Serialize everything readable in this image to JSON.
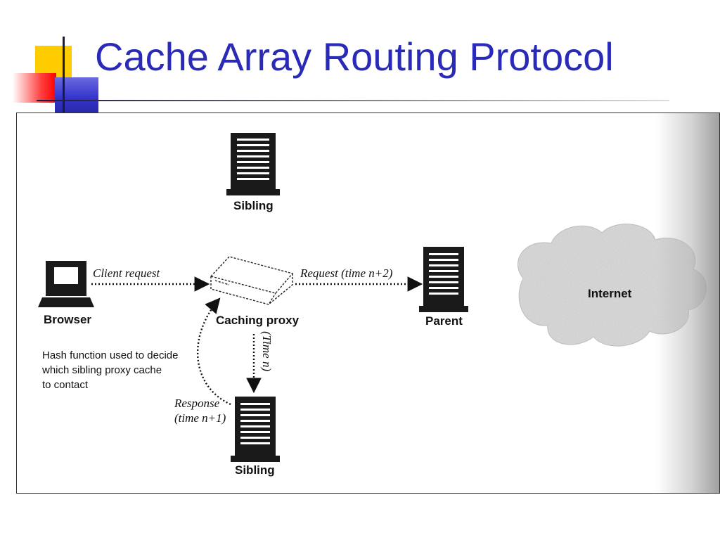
{
  "slide": {
    "title": "Cache Array Routing Protocol"
  },
  "diagram": {
    "nodes": {
      "sibling_top": "Sibling",
      "browser": "Browser",
      "caching_proxy": "Caching proxy",
      "parent": "Parent",
      "sibling_bottom": "Sibling",
      "internet": "Internet"
    },
    "edges": {
      "client_request": "Client request",
      "request_parent": "Request (time n+2)",
      "time_n": "(Time n)",
      "response_line1": "Response",
      "response_line2": "(time n+1)"
    },
    "note": {
      "line1": "Hash function used to decide",
      "line2": "which sibling proxy cache",
      "line3": "to contact"
    }
  },
  "colors": {
    "title": "#2a2ab8",
    "accent_yellow": "#ffcc00",
    "accent_red": "#ff0000",
    "accent_blue": "#3333cc"
  }
}
